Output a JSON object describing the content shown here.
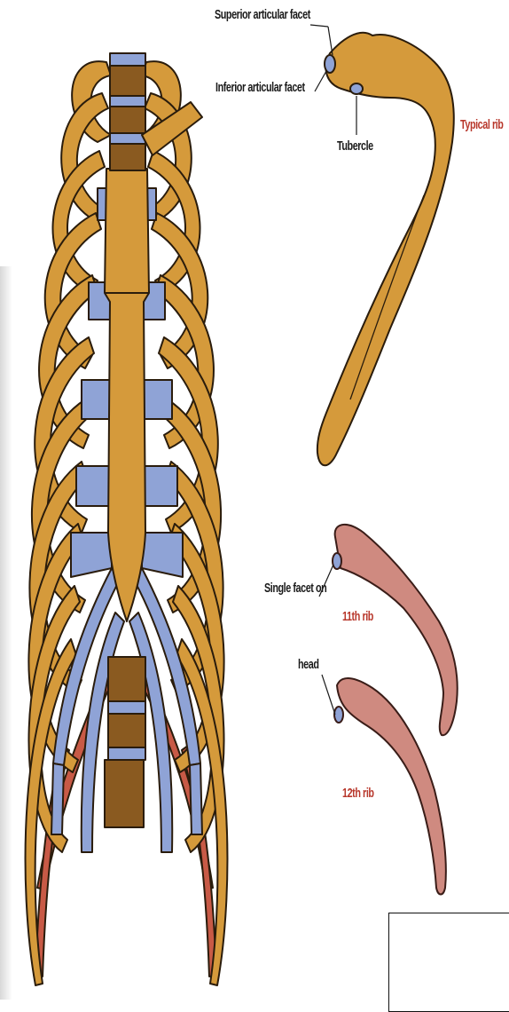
{
  "labels": {
    "superior_articular_facet": "Superior articular facet",
    "inferior_articular_facet": "Inferior articular facet",
    "tubercle": "Tubercle",
    "typical_rib": "Typical rib",
    "single_facet_on": "Single facet on",
    "head": "head",
    "rib_11": "11th rib",
    "rib_12": "12th rib"
  },
  "colors": {
    "bone": "#d59a3b",
    "bone_outline": "#2a1c0c",
    "cartilage": "#8fa3d6",
    "vertebra": "#8a5a20",
    "floating_rib": "#cf8a80",
    "floating_rib_outline": "#3a1d18",
    "lower_rib_red": "#c85a46",
    "label_dark": "#1a1a1a",
    "label_red": "#b8382c"
  }
}
